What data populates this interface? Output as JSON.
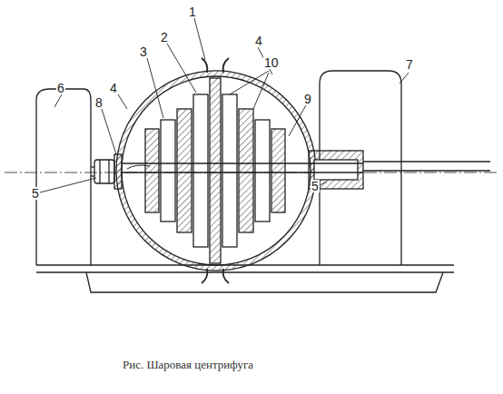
{
  "diagram": {
    "caption": "Рис. Шаровая центрифуга",
    "labels": [
      "1",
      "4",
      "2",
      "3",
      "10",
      "4",
      "9",
      "6",
      "8",
      "5",
      "5",
      "7"
    ]
  }
}
